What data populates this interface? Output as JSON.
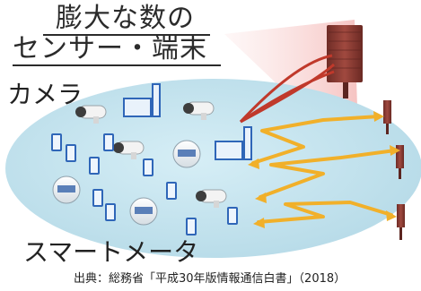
{
  "title": {
    "line1": "膨大な数の",
    "line2": "センサー・端末"
  },
  "labels": {
    "camera": "カメラ",
    "smart_meter": "スマートメータ"
  },
  "source": "出典：総務省「平成30年版情報通信白書」（2018）",
  "colors": {
    "ellipse": "#c5e5f0",
    "tower": "#8c3d34",
    "beam": "#f3b8b6",
    "link": "#f3b227",
    "device_blue": "#2f66b8"
  }
}
